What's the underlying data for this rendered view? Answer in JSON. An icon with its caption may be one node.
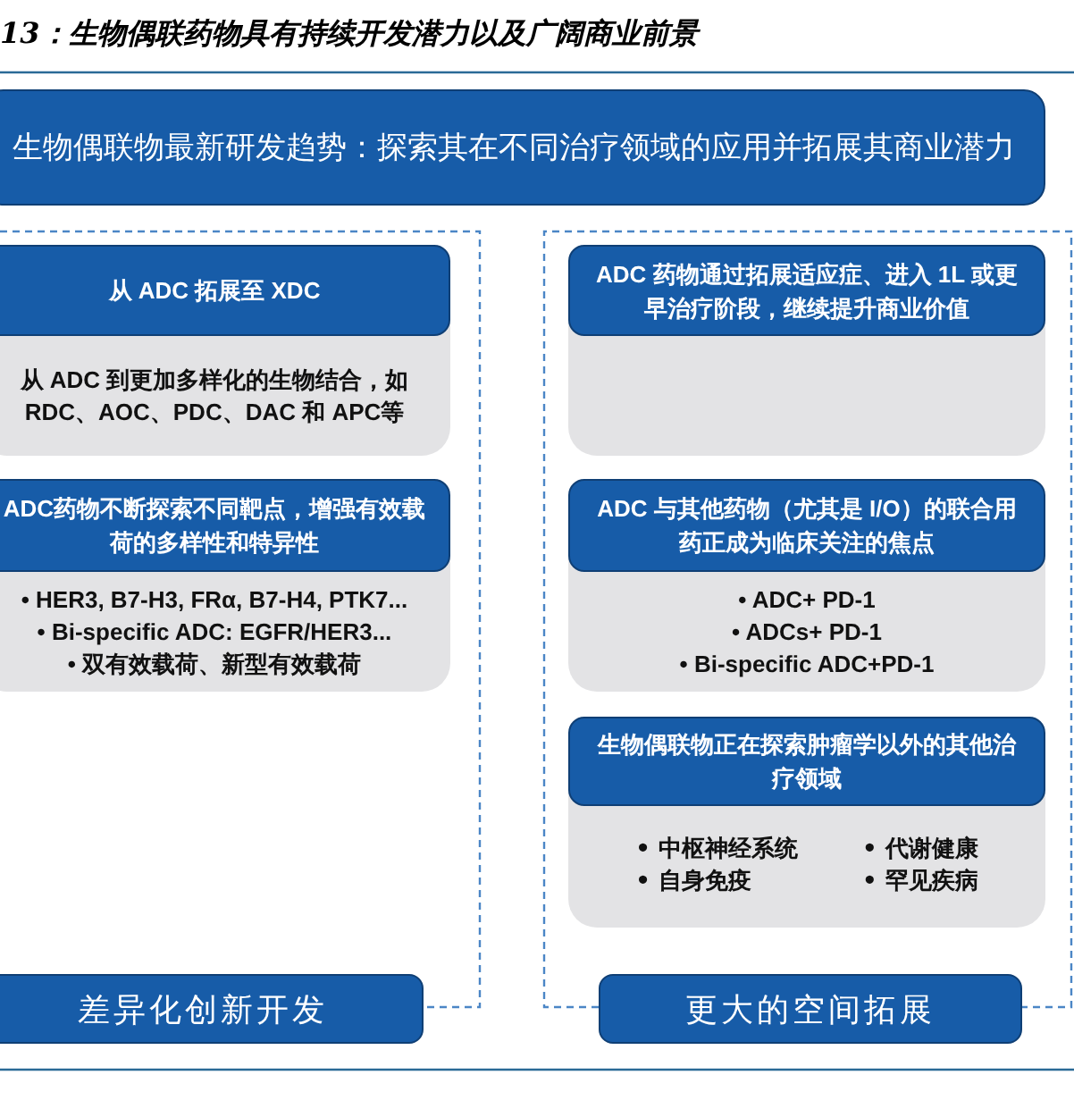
{
  "diagram": {
    "title": "13：生物偶联药物具有持续开发潜力以及广阔商业前景",
    "nodes": [
      {
        "text": [
          "生物偶联物最新研发趋势：探索其在不同治疗领域的应用并拓展其商业潜力"
        ]
      },
      {
        "text": [
          "从 ADC 拓展至 XDC",
          "从 ADC 到更加多样化的生物结合，如 RDC、AOC、PDC、DAC 和 APC等"
        ]
      },
      {
        "text": [
          "ADC药物不断探索不同靶点，增强有效载荷的多样性和特异性",
          "• HER3, B7-H3, FRα, B7-H4, PTK7...",
          "• Bi-specific ADC: EGFR/HER3...",
          "• 双有效载荷、新型有效载荷"
        ]
      },
      {
        "text": [
          "ADC 药物通过拓展适应症、进入 1L 或更早治疗阶段，继续提升商业价值"
        ]
      },
      {
        "text": [
          "ADC 与其他药物（尤其是 I/O）的联合用药正成为临床关注的焦点",
          "• ADC+ PD-1",
          "• ADCs+ PD-1",
          "• Bi-specific ADC+PD-1"
        ]
      },
      {
        "text": [
          "生物偶联物正在探索肿瘤学以外的其他治疗领域",
          "• 中枢神经系统",
          "• 代谢健康",
          "• 自身免疫",
          "• 罕见疾病"
        ]
      },
      {
        "text": [
          "差异化创新开发"
        ]
      },
      {
        "text": [
          "更大的空间拓展"
        ]
      }
    ],
    "edges": []
  }
}
